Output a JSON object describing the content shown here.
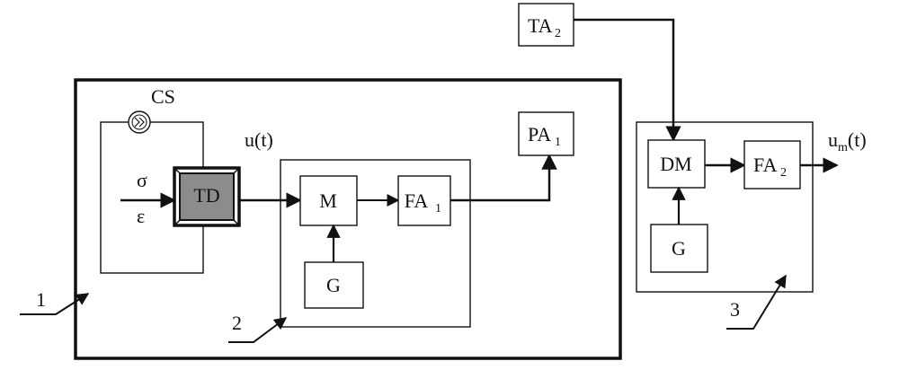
{
  "blocks": {
    "ta2": {
      "label": "TA",
      "sub": "2"
    },
    "pa1": {
      "label": "PA",
      "sub": "1"
    },
    "td": {
      "label": "TD"
    },
    "m": {
      "label": "M"
    },
    "fa1": {
      "label": "FA",
      "sub": "1"
    },
    "g1": {
      "label": "G"
    },
    "dm": {
      "label": "DM"
    },
    "fa2": {
      "label": "FA",
      "sub": "2"
    },
    "g2": {
      "label": "G"
    }
  },
  "signals": {
    "cs": "CS",
    "sigma": "σ",
    "epsilon": "ε",
    "ut": "u(t)",
    "um_base": "u",
    "um_sub": "m",
    "um_tail": "(t)"
  },
  "callouts": {
    "one": "1",
    "two": "2",
    "three": "3"
  },
  "colors": {
    "td_fill": "#8c8c8c",
    "line": "#111111"
  }
}
